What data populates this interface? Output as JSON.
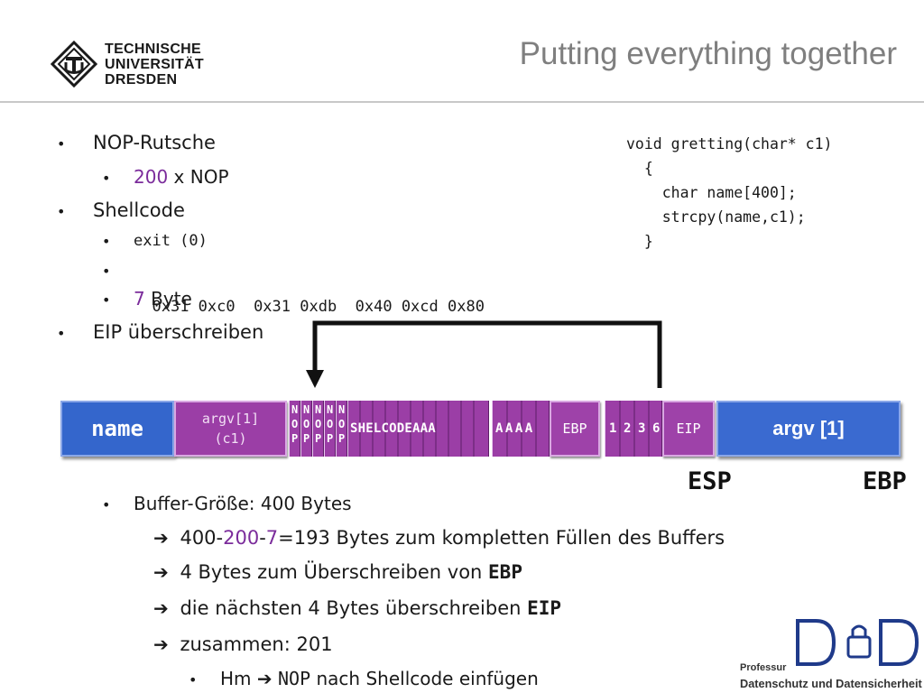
{
  "header": {
    "uni_line1": "TECHNISCHE",
    "uni_line2": "UNIVERSITÄT",
    "uni_line3": "DRESDEN",
    "title": "Putting everything together"
  },
  "bullets": {
    "nop_rutsche": "NOP-Rutsche",
    "nop_count": "200",
    "nop_count_rest": " x NOP",
    "shellcode": "Shellcode",
    "exit": "exit (0)",
    "bytes": "0x31 0xc0  0x31 0xdb  0x40 0xcd 0x80",
    "byte_count": "7",
    "byte_count_rest": " Byte",
    "eip": "EIP überschreiben"
  },
  "code": {
    "line1": "void gretting(char* c1)",
    "line2": "  {",
    "line3": "    char name[400];",
    "line4": "    strcpy(name,c1);",
    "line5": "  }"
  },
  "stack": {
    "name": "name",
    "argv_c1_line1": "argv[1]",
    "argv_c1_line2": "(c1)",
    "nop_letters": [
      "N",
      "O",
      "P"
    ],
    "shellcode_label": "SHELCODEAAA",
    "aaaa_label": "AAAA",
    "ebp_label": "EBP",
    "eip_digits": [
      "1",
      "2",
      "3",
      "6"
    ],
    "eip_label": "EIP",
    "argv1": "argv [1]",
    "esp": "ESP",
    "ebp": "EBP"
  },
  "lower": {
    "buffer": "Buffer-Größe: 400 Bytes",
    "calc_a": "400-",
    "calc_b": "200",
    "calc_c": "-",
    "calc_d": "7",
    "calc_e": "=193 Bytes zum kompletten Füllen des Buffers",
    "ebp_line_pre": "4 Bytes zum Überschreiben von ",
    "ebp_line_code": "EBP",
    "eip_line_pre": "die nächsten 4 Bytes überschreiben ",
    "eip_line_code": "EIP",
    "total": "zusammen: 201",
    "hm_pre": "Hm ",
    "hm_code": "NOP",
    "hm_post": " nach Shellcode einfügen"
  },
  "footer": {
    "prof_line1": "Professur",
    "prof_line2": "Datenschutz und Datensicherheit"
  },
  "colors": {
    "accent": "#7b2c9b",
    "block_blue": "#3466cc",
    "block_purple": "#9b3ea6"
  }
}
